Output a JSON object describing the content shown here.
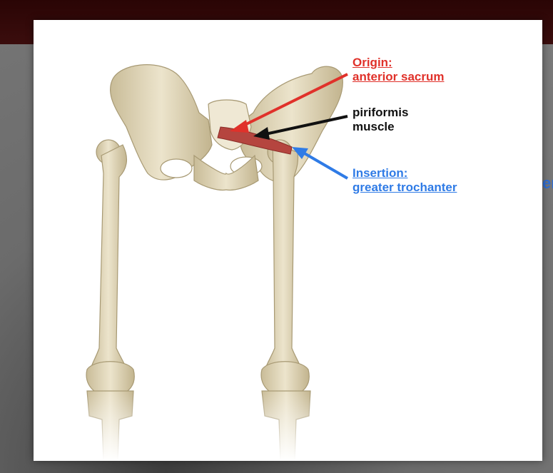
{
  "background_fragment": "er",
  "labels": {
    "origin": {
      "line1": "Origin:",
      "line2": "anterior sacrum",
      "color": "#e0312a"
    },
    "muscle": {
      "line1": "piriformis",
      "line2": "muscle",
      "color": "#111111"
    },
    "insertion": {
      "line1": "Insertion:",
      "line2": "greater trochanter",
      "color": "#2f7be6"
    }
  },
  "colors": {
    "topbar": "#2a0505",
    "bone": "#e6dcc0",
    "muscle": "#b5453f"
  }
}
